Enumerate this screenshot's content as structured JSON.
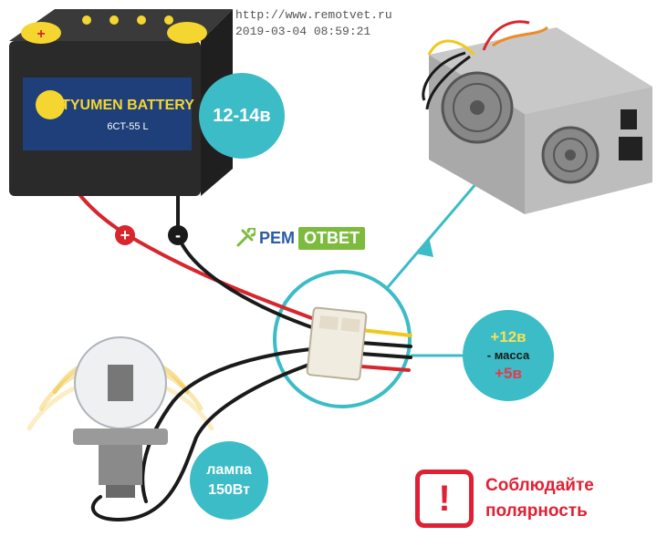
{
  "watermark": {
    "url": "http://www.remotvet.ru",
    "timestamp": "2019-03-04   08:59:21"
  },
  "battery": {
    "brand": "TYUMEN BATTERY",
    "model": "6CT-55 L",
    "plus_sign": "+",
    "minus_sign": "-"
  },
  "voltage_badge": {
    "text": "12-14в"
  },
  "logo": {
    "part1": "РЕМ",
    "part2": "ОТВЕТ"
  },
  "pinout_badge": {
    "line1": "+12в",
    "line2": "- масса",
    "line3": "+5в"
  },
  "lamp_badge": {
    "line1": "лампа",
    "line2": "150Вт"
  },
  "warning": {
    "icon_text": "!",
    "line1": "Соблюдайте",
    "line2": "полярность"
  },
  "colors": {
    "accent_teal": "#3bbcc6",
    "warning_red": "#e02134",
    "wire_red": "#d8262e",
    "wire_black": "#1a1a1a",
    "wire_yellow": "#f2c81a",
    "battery_yellow": "#f5d630",
    "logo_green": "#7dbb3e",
    "logo_blue": "#2a5aa8"
  },
  "icons": [
    "wrench-icon",
    "exclamation-icon",
    "fan-icon",
    "bulb-icon"
  ]
}
